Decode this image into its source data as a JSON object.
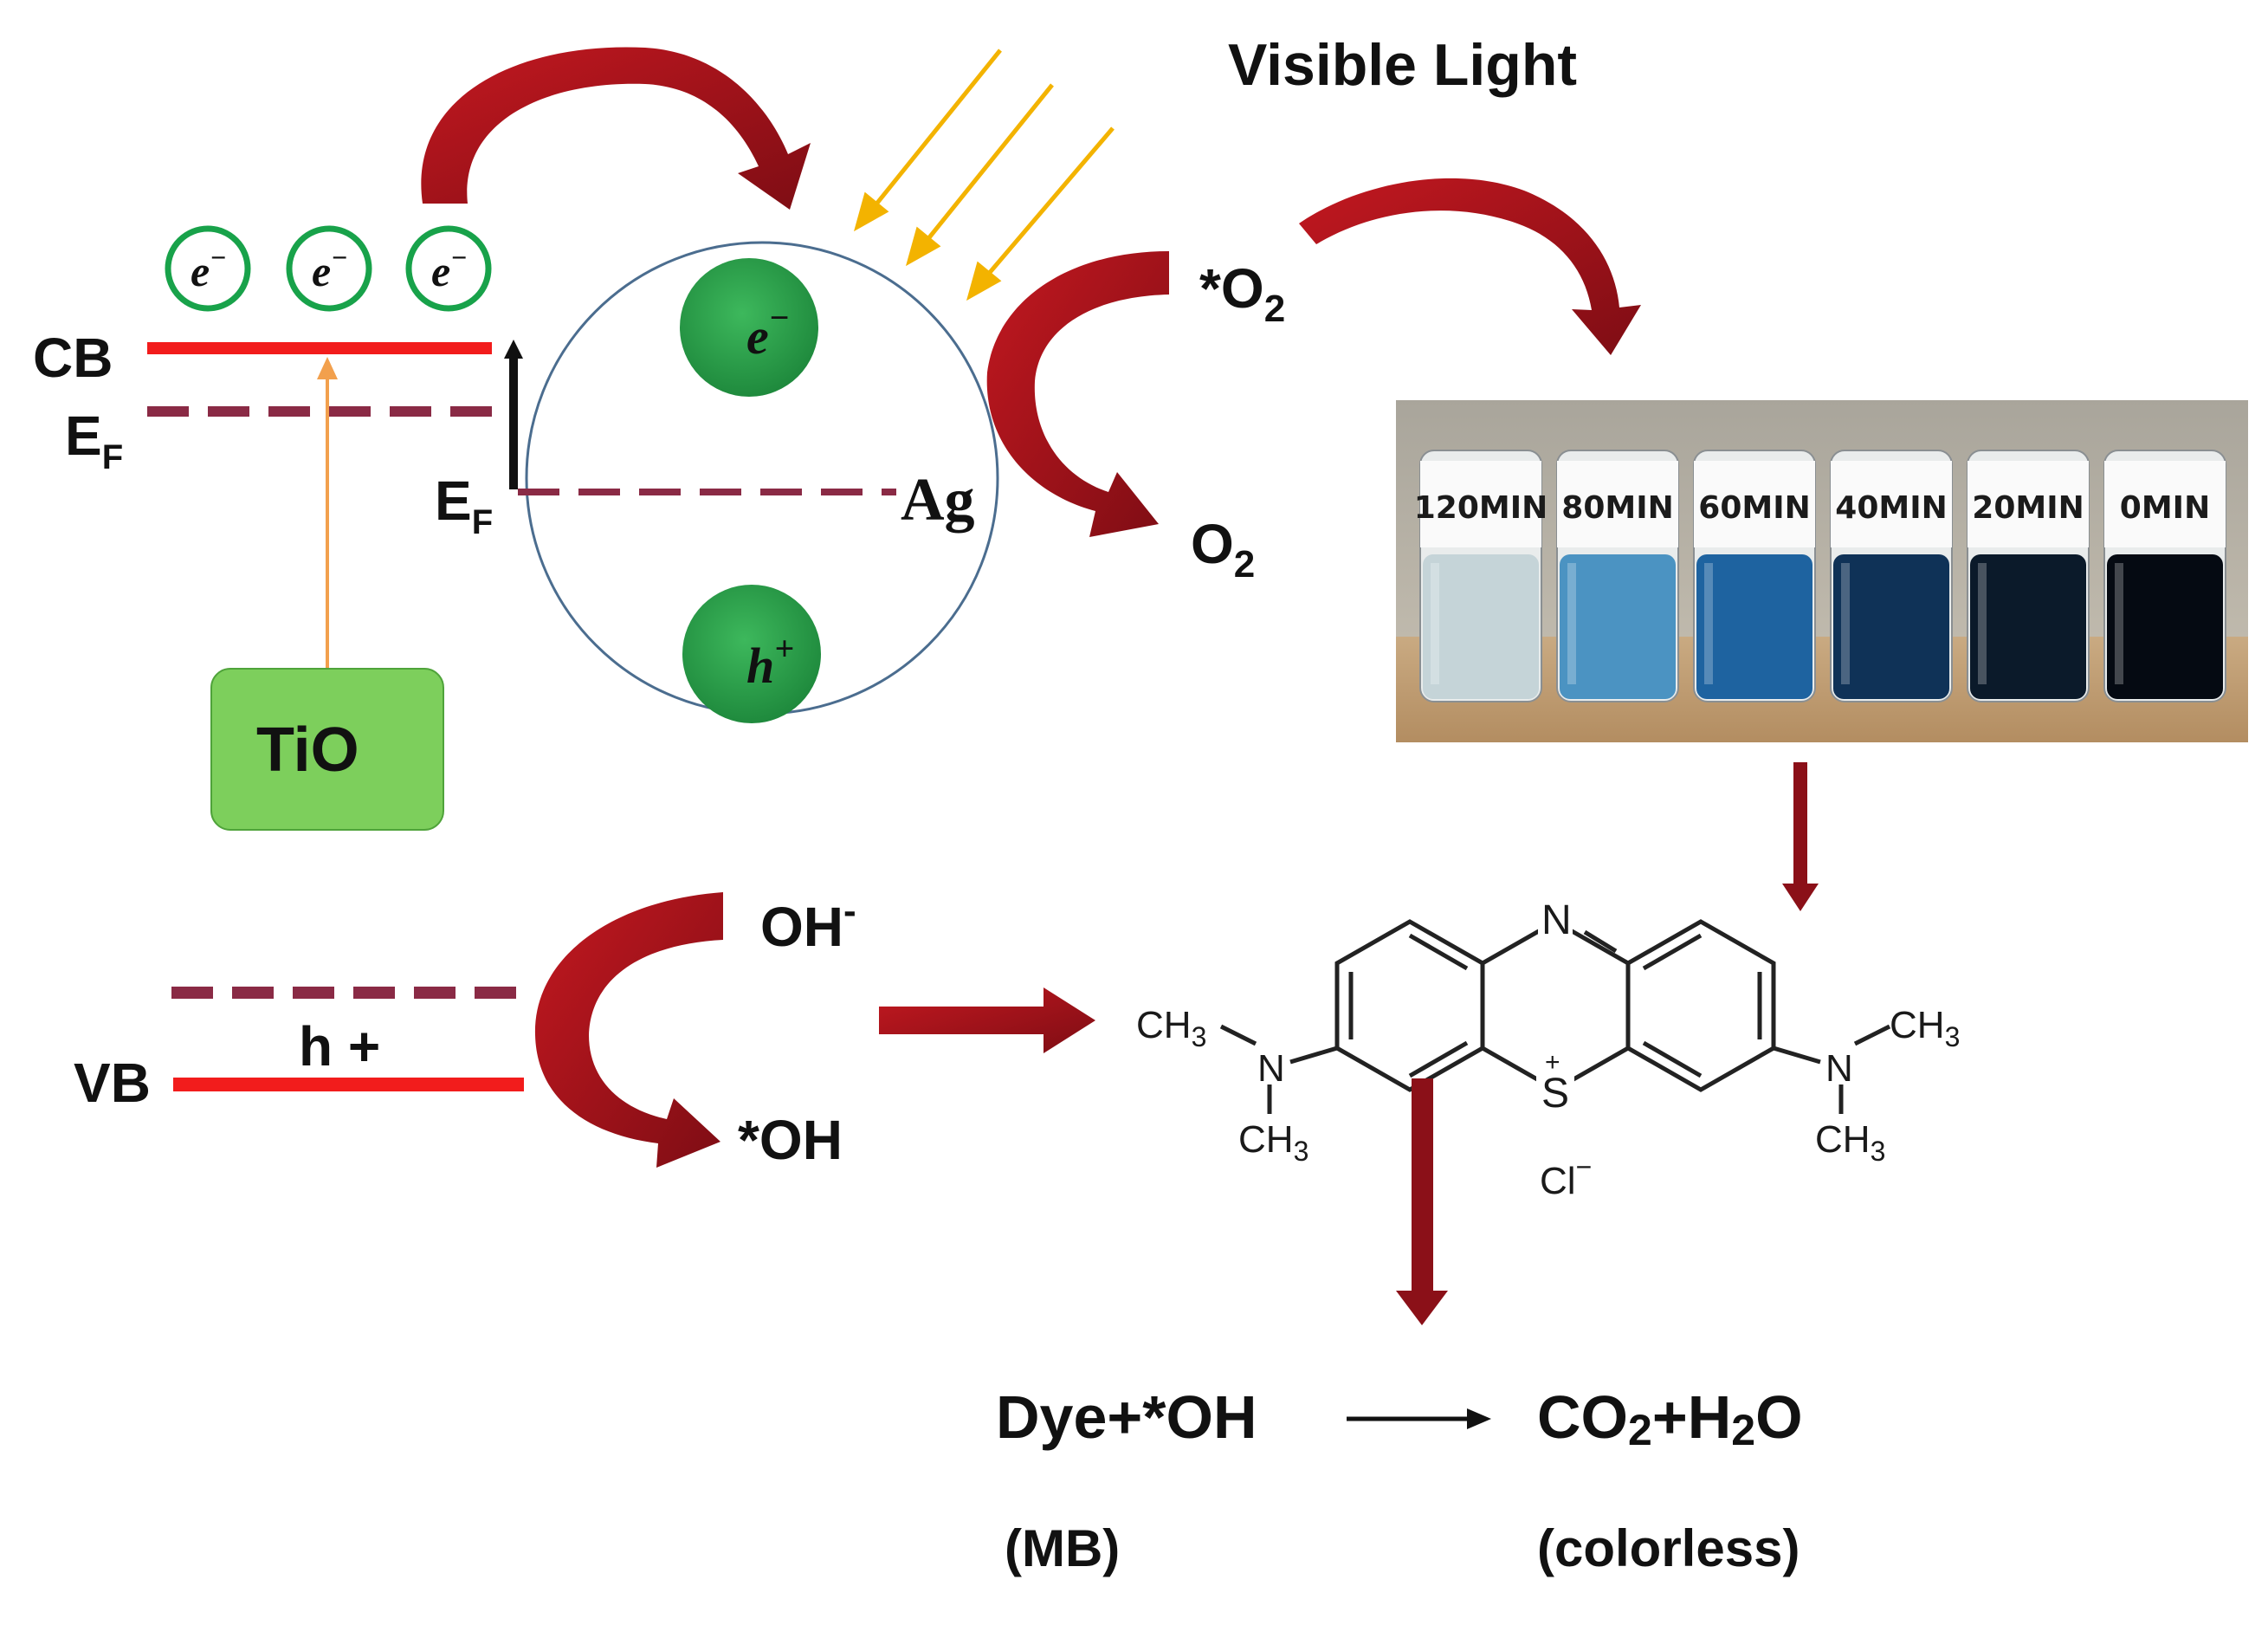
{
  "title": "Visible Light",
  "band": {
    "cb_label": "CB",
    "vb_label": "VB",
    "ef_main": "E",
    "ef_sub": "F",
    "electron_symbol": "e",
    "electron_sup": "−",
    "hole_label": "h +",
    "tio_label": "TiO"
  },
  "silver": {
    "label": "Ag",
    "electron": "e",
    "electron_sup": "−",
    "hole": "h",
    "hole_sup": "+"
  },
  "species": {
    "o2_star": "*O",
    "o2_star_sub": "2",
    "o2": "O",
    "o2_sub": "2",
    "oh_minus": "OH",
    "oh_minus_sup": "-",
    "oh_radical": "*OH"
  },
  "vials": {
    "labels": [
      "120MIN",
      "80MIN",
      "60MIN",
      "40MIN",
      "20MIN",
      "0MIN"
    ],
    "liquid_colors": [
      "#c5d4d8",
      "#4b93c2",
      "#1e63a0",
      "#0f3257",
      "#0b1a2a",
      "#050a12"
    ]
  },
  "molecule": {
    "n_top": "N",
    "s_plus": "S",
    "plus": "+",
    "ch3_left_top": "CH",
    "ch3_sub": "3",
    "n_left": "N",
    "n_right": "N",
    "ch3_left_bottom": "CH",
    "ch3_right_top": "CH",
    "ch3_right_bottom": "CH",
    "counter_ion": "Cl",
    "counter_ion_sup": "−"
  },
  "reaction": {
    "reactant": "Dye+*OH",
    "product_co": "CO",
    "product_co_sub": "2",
    "product_h": "+H",
    "product_h_sub": "2",
    "product_o": "O",
    "reactant_note": "(MB)",
    "product_note": "(colorless)"
  },
  "colors": {
    "arrow_dark_red": "#8b1018",
    "arrow_red": "#c5121b",
    "band_red": "#f21c1c",
    "dashed_maroon": "#8a2a45",
    "green_fill": "#2fa44f",
    "green_ring": "#18a24a",
    "tio_box": "#7dcf5c",
    "light_ray": "#f3b300",
    "orange_line": "#f2a04d",
    "circle_stroke": "#4b6d8f"
  }
}
